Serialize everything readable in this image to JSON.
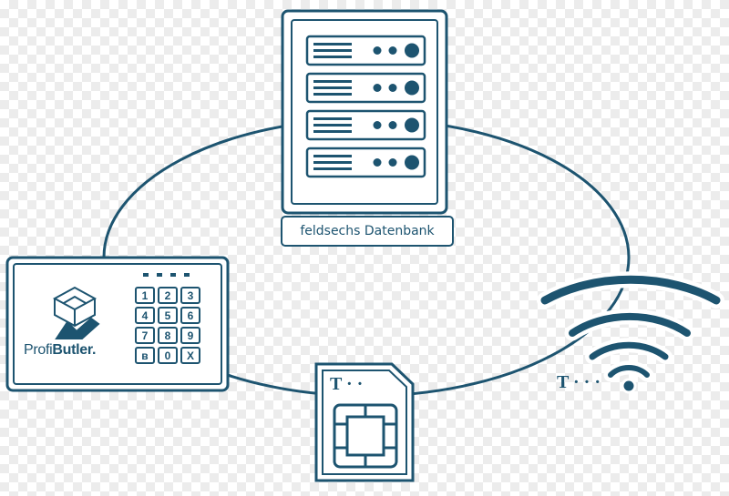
{
  "database": {
    "label": "feldsechs Datenbank",
    "rack_units": 4
  },
  "device": {
    "brand_regular": "Profi",
    "brand_bold": "Butler.",
    "keypad": [
      "1",
      "2",
      "3",
      "4",
      "5",
      "6",
      "7",
      "8",
      "9",
      "✱",
      "0",
      "X"
    ],
    "bluetooth_key_icon": "bluetooth-icon"
  },
  "sim_card": {
    "carrier_logo": "T · ·"
  },
  "wifi": {
    "carrier_logo": "T · · ·"
  },
  "colors": {
    "stroke": "#1d5470",
    "fill": "#ffffff"
  }
}
